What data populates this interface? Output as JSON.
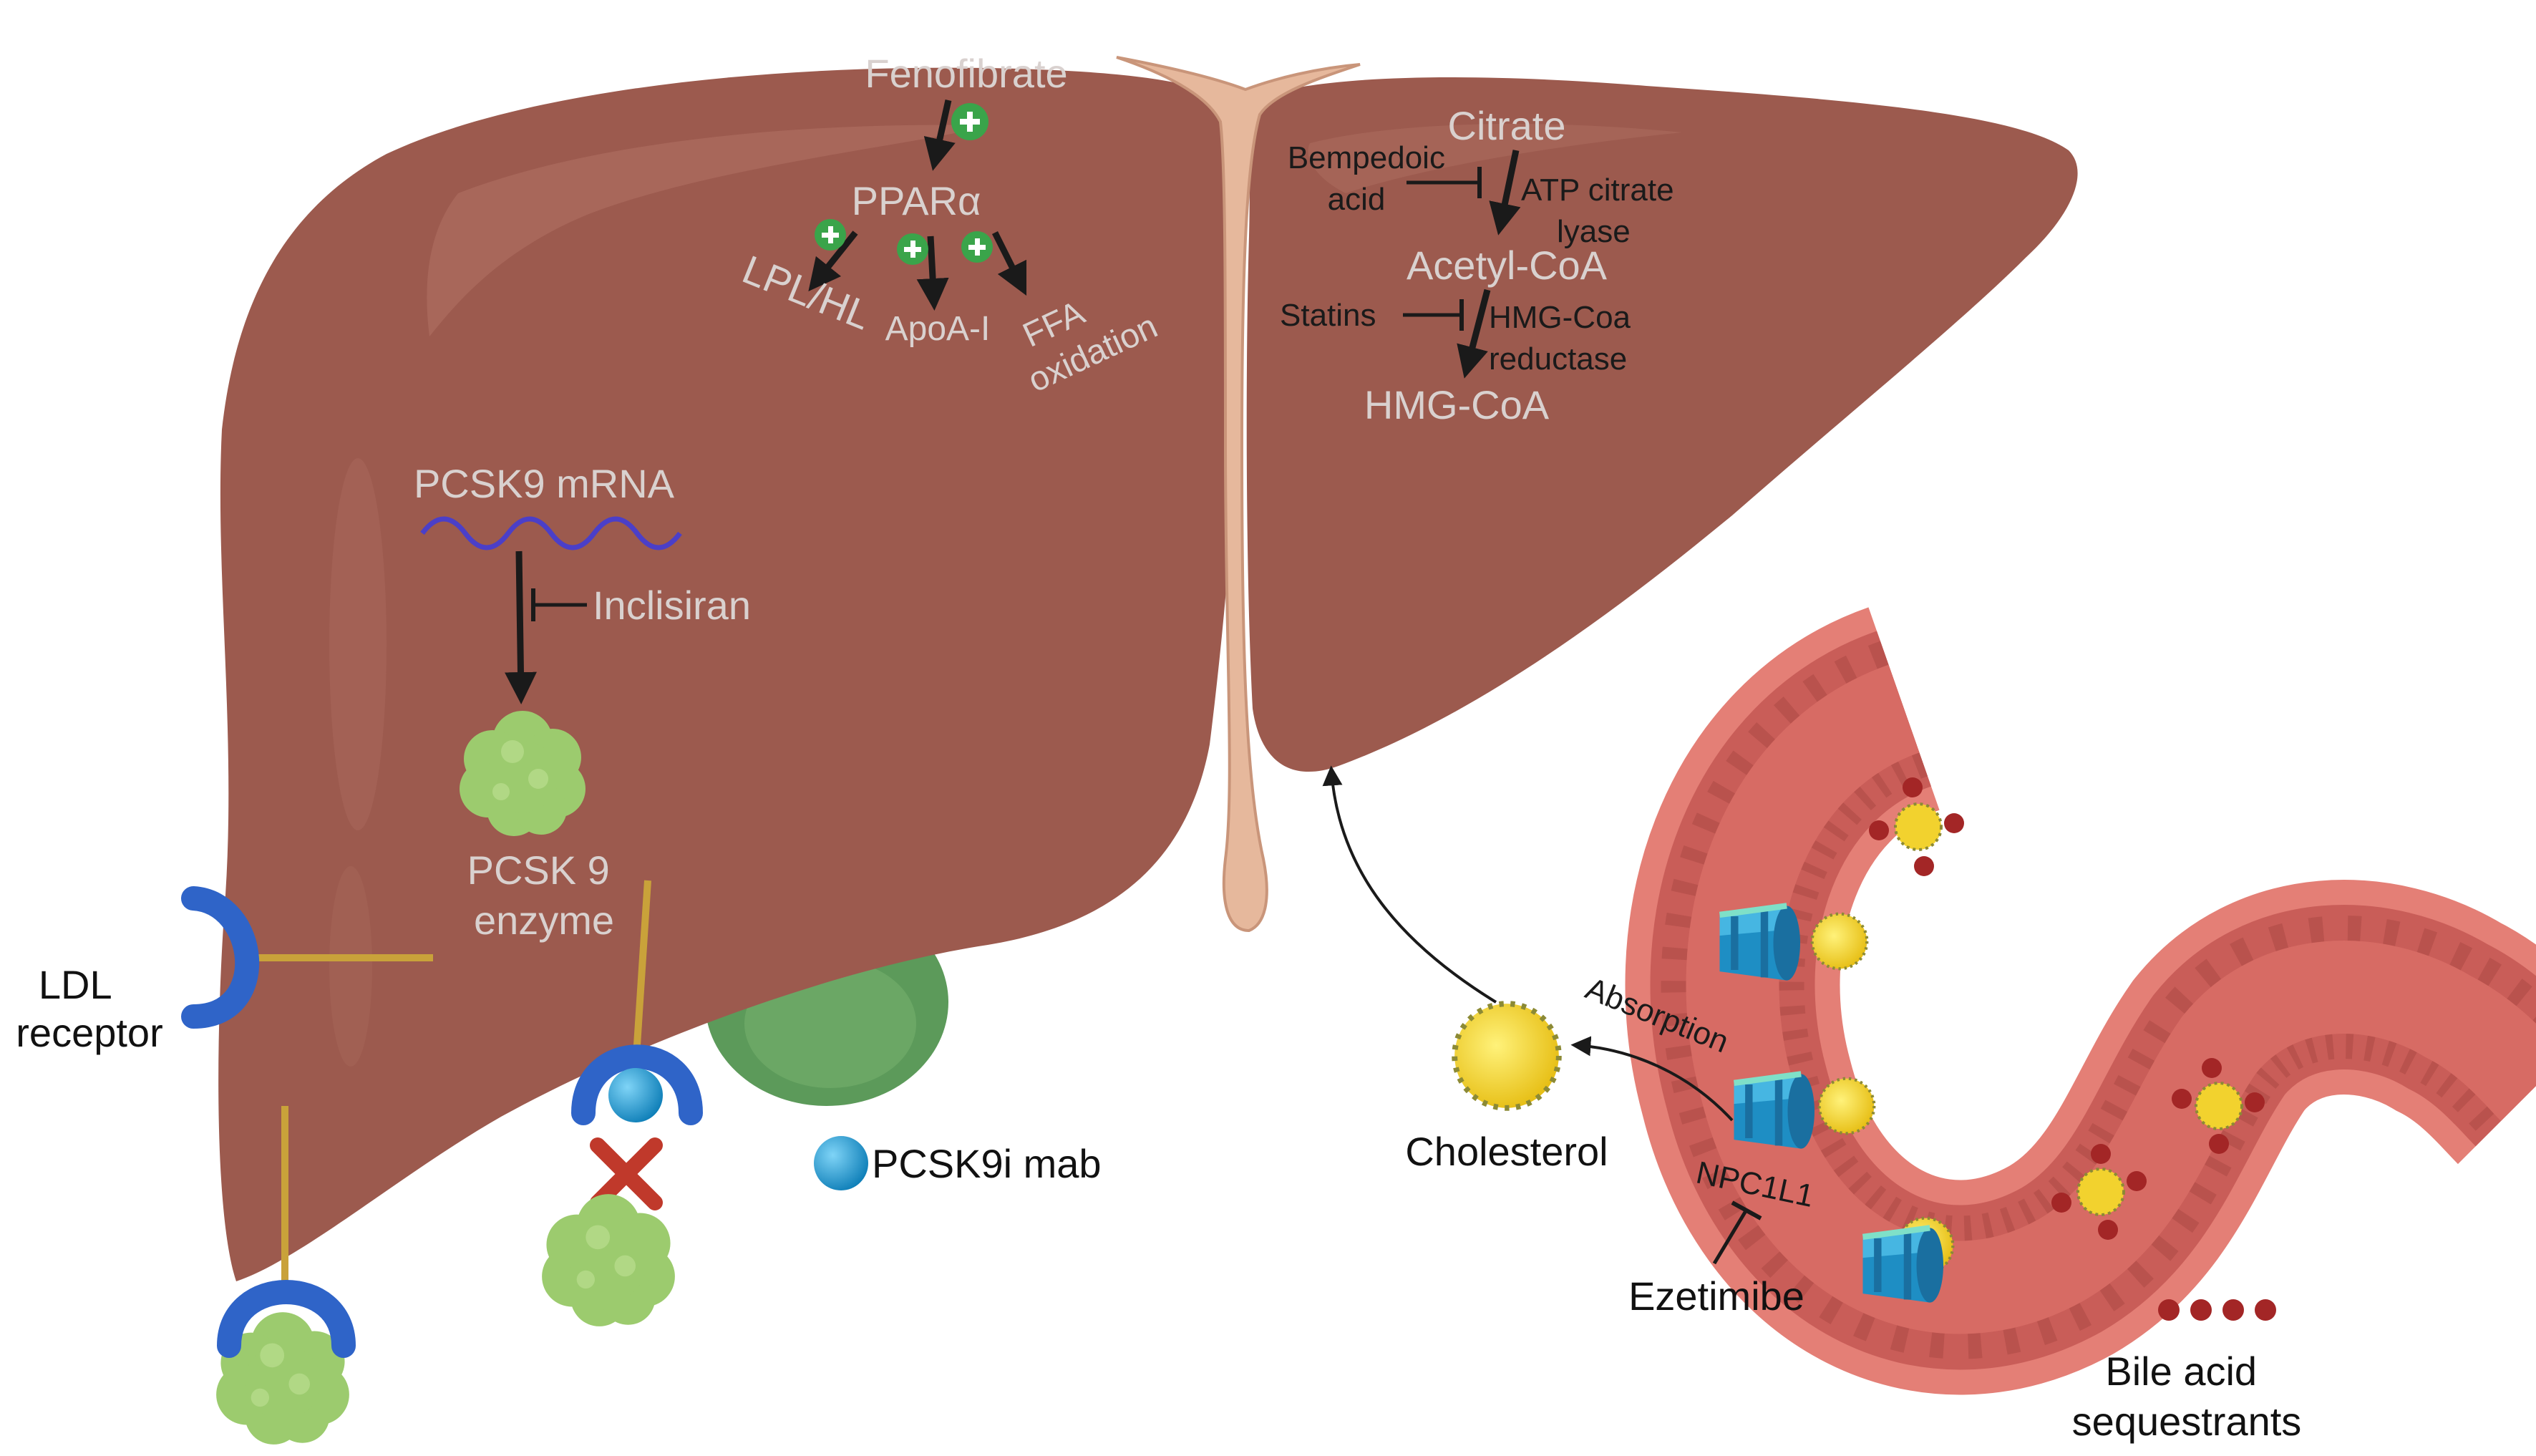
{
  "left_lobe": {
    "fenofibrate": "Fenofibrate",
    "ppara": "PPARα",
    "lpl_hl": "LPL/HL",
    "apoa1": "ApoA-I",
    "ffa_line1": "FFA",
    "ffa_line2": "oxidation",
    "pcsk9_mrna": "PCSK9 mRNA",
    "inclisiran": "Inclisiran",
    "pcsk9_enzyme_line1": "PCSK 9",
    "pcsk9_enzyme_line2": "enzyme"
  },
  "right_lobe": {
    "citrate": "Citrate",
    "bempedoic_line1": "Bempedoic",
    "bempedoic_line2": "acid",
    "atp_line1": "ATP citrate",
    "atp_line2": "lyase",
    "acetyl_coa": "Acetyl-CoA",
    "statins": "Statins",
    "hmg_red_line1": "HMG-Coa",
    "hmg_red_line2": "reductase",
    "hmg_coa": "HMG-CoA"
  },
  "outside": {
    "ldl_line1": "LDL",
    "ldl_line2": "receptor",
    "pcsk9i_mab": "PCSK9i mab",
    "cholesterol": "Cholesterol",
    "absorption": "Absorption",
    "npc1l1": "NPC1L1",
    "ezetimibe": "Ezetimibe",
    "bile_line1": "Bile acid",
    "bile_line2": "sequestrants"
  },
  "colors": {
    "liver": "#9c5a4e",
    "liver_dark": "#7e4338",
    "ligament": "#e6b89c",
    "gallbladder": "#5c9a5a",
    "receptor": "#2f64c8",
    "enzyme": "#9ccb6e",
    "antibody": "#1a9ad6",
    "intestine": "#e47f76",
    "cholesterol": "#f2d22e",
    "bile_dot": "#a32626",
    "plus": "#3aa44a",
    "cross": "#c0392b"
  }
}
